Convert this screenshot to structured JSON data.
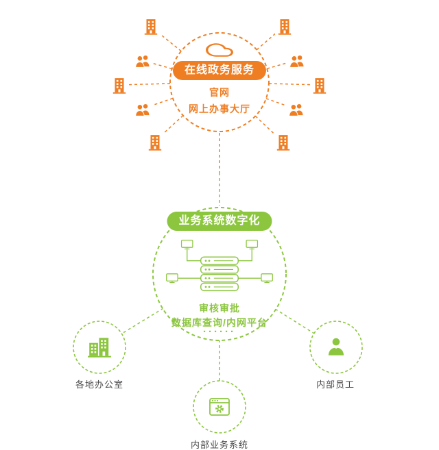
{
  "colors": {
    "orange": "#EF7E23",
    "green": "#8CC63F",
    "label_text": "#4A4A4A"
  },
  "online_services_hub": {
    "badge": "在线政务服务",
    "line1": "官网",
    "line2": "网上办事大厅"
  },
  "digitalization_hub": {
    "badge": "业务系统数字化",
    "line1": "审核审批",
    "line2": "数据库查询/内网平台",
    "dots": "······"
  },
  "bottom_nodes": {
    "offices_label": "各地办公室",
    "internal_system_label": "内部业务系统",
    "staff_label": "内部员工"
  },
  "icons": {
    "cloud": "cloud-icon",
    "building": "building-icon",
    "people": "people-icon",
    "server_cluster": "server-cluster-icon",
    "office_buildings": "office-buildings-icon",
    "browser_gear": "browser-gear-icon",
    "person": "person-icon"
  }
}
